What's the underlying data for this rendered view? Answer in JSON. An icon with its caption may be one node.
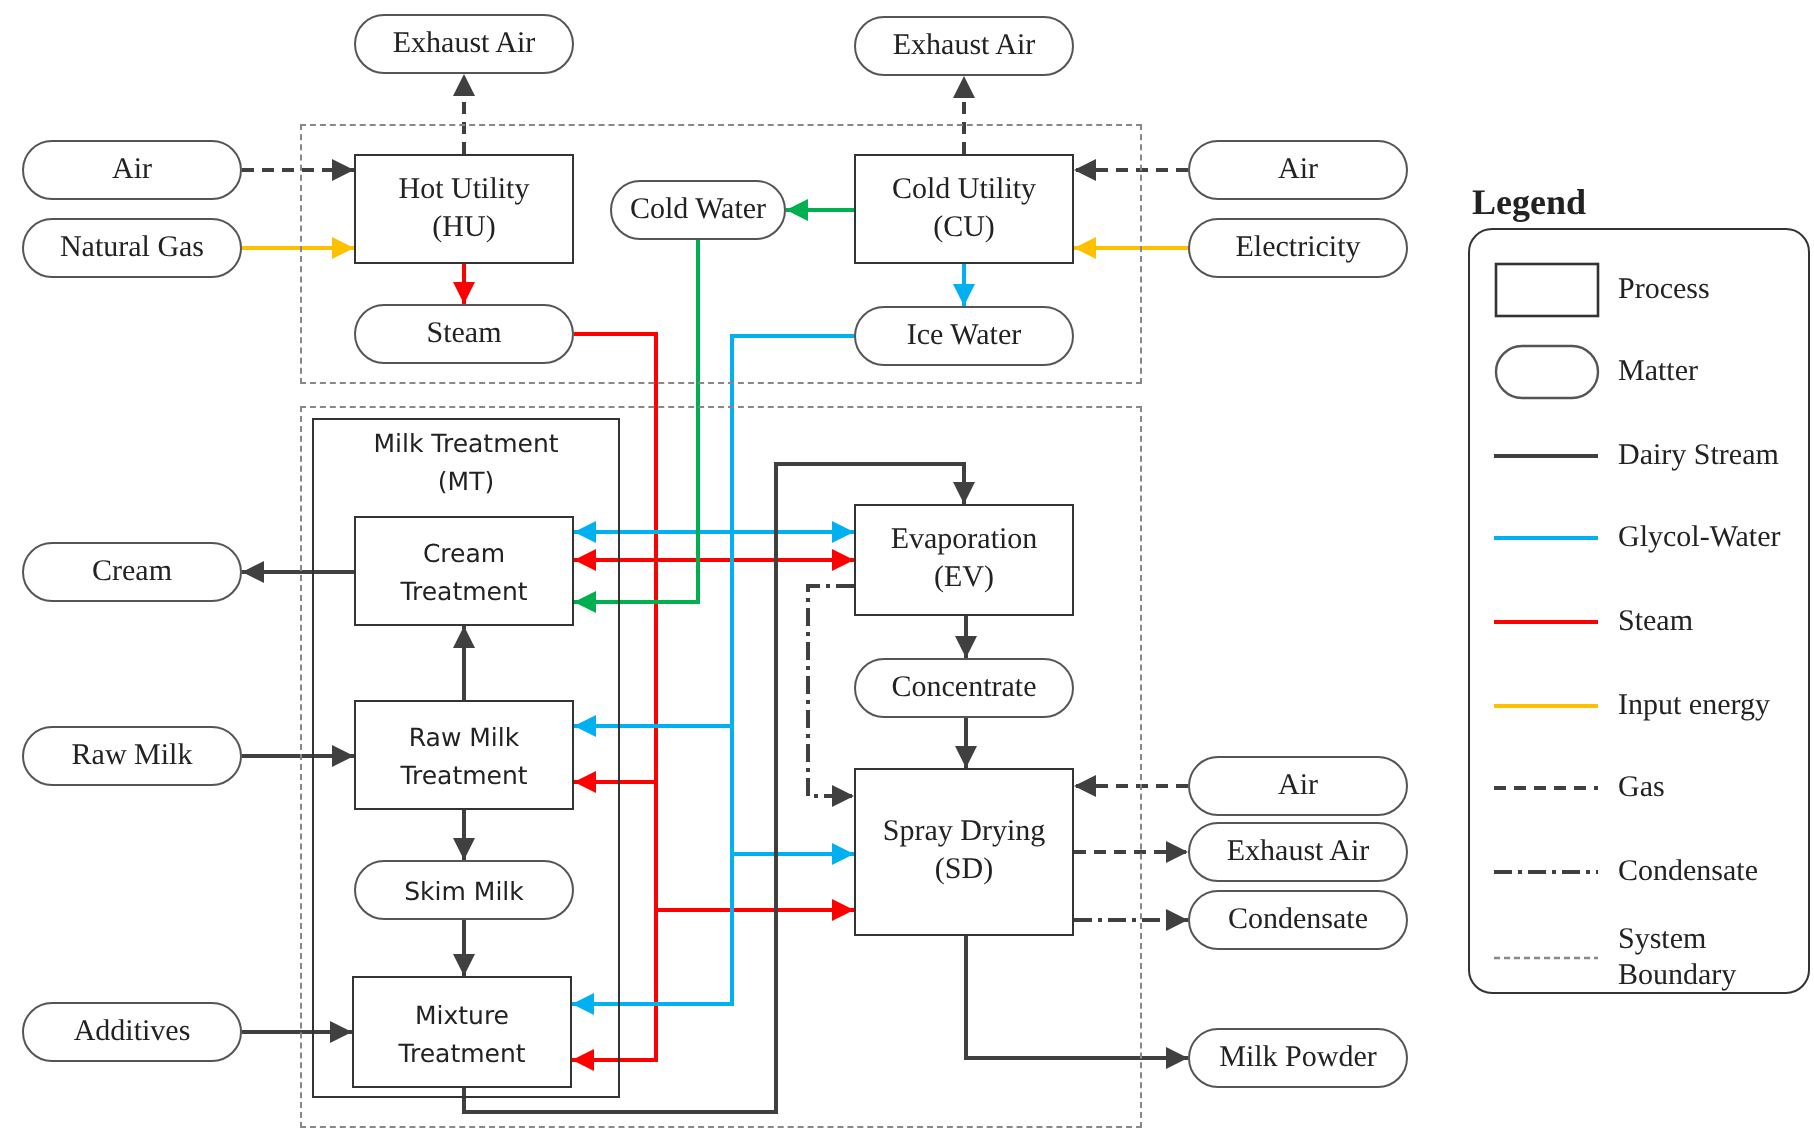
{
  "diagram": {
    "nodes": [
      {
        "text": [],
        "shape": "box"
      },
      {
        "text": [],
        "shape": "box"
      },
      {
        "text": [
          "Exhaust Air"
        ]
      },
      {
        "text": [
          "Exhaust Air"
        ]
      },
      {
        "text": [
          "Air"
        ]
      },
      {
        "text": [
          "Natural Gas"
        ]
      },
      {
        "text": [
          "Hot Utility (HU)"
        ],
        "in": 0
      },
      {
        "text": [
          "Cold Utility (CU)"
        ],
        "in": 0
      },
      {
        "text": [
          "Air"
        ]
      },
      {
        "text": [
          "Electricity"
        ]
      },
      {
        "text": [
          "Cold Water"
        ],
        "in": 0
      },
      {
        "text": [
          "Steam"
        ],
        "in": 0
      },
      {
        "text": [
          "Ice Water"
        ],
        "in": 0
      },
      {
        "text": [
          "Milk Treatment (MT)"
        ],
        "in": 1
      },
      {
        "text": [
          "Cream Treatment"
        ],
        "in": 13
      },
      {
        "text": [
          "Raw Milk Treatment"
        ],
        "in": 13
      },
      {
        "text": [
          "Skim Milk"
        ],
        "in": 13
      },
      {
        "text": [
          "Mixture Treatment"
        ],
        "in": 13
      },
      {
        "text": [
          "Evaporation (EV)"
        ],
        "in": 1
      },
      {
        "text": [
          "Concentrate"
        ],
        "in": 1
      },
      {
        "text": [
          "Spray Drying (SD)"
        ],
        "in": 1
      },
      {
        "text": [
          "Cream"
        ]
      },
      {
        "text": [
          "Raw Milk"
        ]
      },
      {
        "text": [
          "Additives"
        ]
      },
      {
        "text": [
          "Air"
        ]
      },
      {
        "text": [
          "Exhaust Air"
        ]
      },
      {
        "text": [
          "Condensate"
        ]
      },
      {
        "text": [
          "Milk Powder"
        ]
      }
    ],
    "edges": [
      {
        "from": 6,
        "to": 2,
        "arrow": "to",
        "style": "dashed"
      },
      {
        "from": 4,
        "to": 6,
        "arrow": "to",
        "style": "dashed"
      },
      {
        "from": 5,
        "to": 6,
        "arrow": "to",
        "color": "#ffc000"
      },
      {
        "from": 6,
        "to": 11,
        "arrow": "to",
        "color": "#ff0000"
      },
      {
        "from": 7,
        "to": 3,
        "arrow": "to",
        "style": "dashed"
      },
      {
        "from": 8,
        "to": 7,
        "arrow": "to",
        "style": "dashed"
      },
      {
        "from": 9,
        "to": 7,
        "arrow": "to",
        "color": "#ffc000"
      },
      {
        "from": 7,
        "to": 10,
        "arrow": "to",
        "color": "#00b050"
      },
      {
        "from": 7,
        "to": 12,
        "arrow": "to",
        "color": "#00b0f0"
      },
      {
        "from": 11,
        "to": 14,
        "arrow": "to",
        "color": "#ff0000"
      },
      {
        "from": 11,
        "to": 18,
        "arrow": "to",
        "color": "#ff0000"
      },
      {
        "from": 11,
        "to": 15,
        "arrow": "to",
        "color": "#ff0000"
      },
      {
        "from": 11,
        "to": 20,
        "arrow": "to",
        "color": "#ff0000"
      },
      {
        "from": 11,
        "to": 17,
        "arrow": "to",
        "color": "#ff0000"
      },
      {
        "from": 12,
        "to": 14,
        "arrow": "to",
        "color": "#00b0f0"
      },
      {
        "from": 12,
        "to": 18,
        "arrow": "to",
        "color": "#00b0f0"
      },
      {
        "from": 12,
        "to": 15,
        "arrow": "to",
        "color": "#00b0f0"
      },
      {
        "from": 12,
        "to": 20,
        "arrow": "to",
        "color": "#00b0f0"
      },
      {
        "from": 12,
        "to": 17,
        "arrow": "to",
        "color": "#00b0f0"
      },
      {
        "from": 10,
        "to": 14,
        "arrow": "to",
        "color": "#00b050"
      },
      {
        "from": 14,
        "to": 21,
        "arrow": "to"
      },
      {
        "from": 22,
        "to": 15,
        "arrow": "to"
      },
      {
        "from": 15,
        "to": 14,
        "arrow": "to"
      },
      {
        "from": 15,
        "to": 16,
        "arrow": "to"
      },
      {
        "from": 16,
        "to": 17,
        "arrow": "to"
      },
      {
        "from": 23,
        "to": 17,
        "arrow": "to"
      },
      {
        "from": 17,
        "to": 18,
        "arrow": "to"
      },
      {
        "from": 18,
        "to": 19,
        "arrow": "to"
      },
      {
        "from": 19,
        "to": 20,
        "arrow": "to"
      },
      {
        "from": 18,
        "to": 20,
        "arrow": "to",
        "style": "dashed"
      },
      {
        "from": 24,
        "to": 20,
        "arrow": "to",
        "style": "dashed"
      },
      {
        "from": 20,
        "to": 25,
        "arrow": "to",
        "style": "dashed"
      },
      {
        "from": 20,
        "to": 26,
        "arrow": "to",
        "style": "dashed"
      },
      {
        "from": 20,
        "to": 27,
        "arrow": "to"
      }
    ],
    "labels": [
      "Legend"
    ],
    "legend": [
      {
        "text": "Process"
      },
      {
        "text": "Matter"
      },
      {
        "text": "Dairy Stream",
        "color": "#404040"
      },
      {
        "text": "Glycol-Water",
        "color": "#00b0f0"
      },
      {
        "text": "Steam",
        "color": "#ff0000"
      },
      {
        "text": "Input energy",
        "color": "#ffc000"
      },
      {
        "text": "Gas"
      },
      {
        "text": "Condensate"
      },
      {
        "text": "System Boundary"
      }
    ]
  }
}
